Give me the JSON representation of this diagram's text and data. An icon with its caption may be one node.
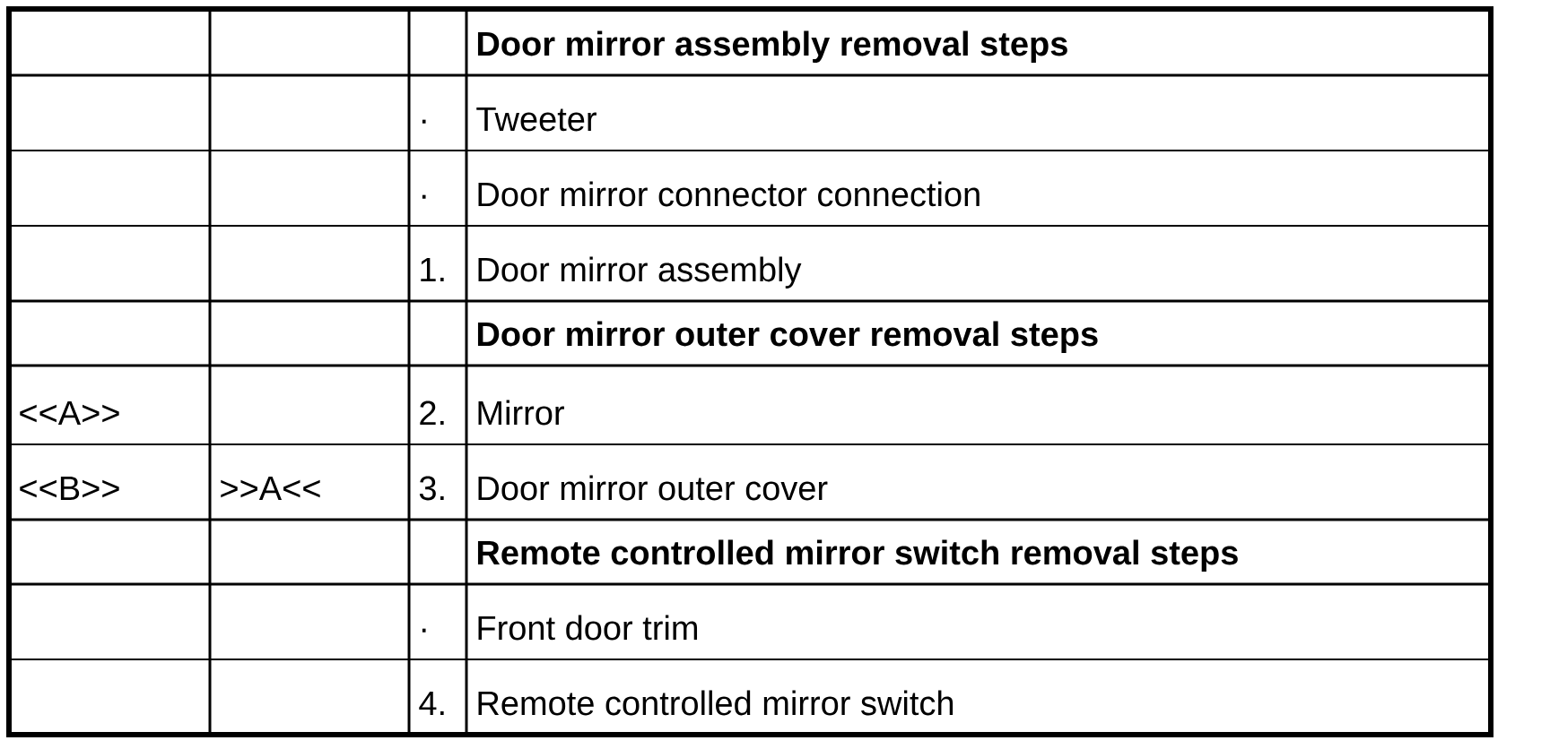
{
  "diagram": {
    "labels": [
      "Door mirror assembly removal steps",
      "·",
      "Tweeter",
      "·",
      "Door mirror connector connection",
      "1.",
      "Door mirror assembly",
      "Door mirror outer cover removal steps",
      "<<A>>",
      "2.",
      "Mirror",
      "<<B>>",
      ">>A<<",
      "3.",
      "Door mirror outer cover",
      "Remote controlled mirror switch removal steps",
      "·",
      "Front door trim",
      "4.",
      "Remote controlled mirror switch"
    ]
  }
}
